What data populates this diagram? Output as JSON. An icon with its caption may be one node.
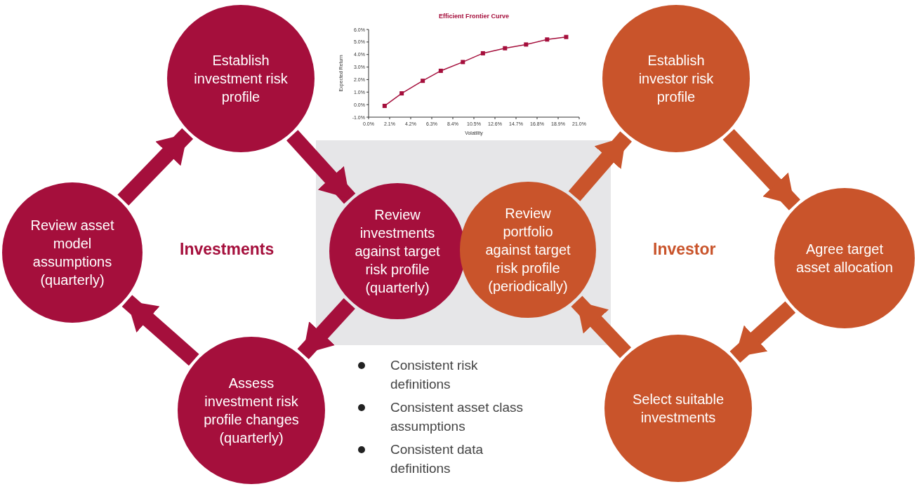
{
  "diagram": {
    "nodes": [
      {
        "text": [
          "Establish investment risk profile"
        ]
      },
      {
        "text": [
          "Review investments against target risk profile (quarterly)"
        ]
      },
      {
        "text": [
          "Review portfolio against target risk profile (periodically)"
        ]
      },
      {
        "text": [
          "Establish investor risk profile"
        ]
      },
      {
        "text": [
          "Agree target asset allocation"
        ]
      },
      {
        "text": [
          "Select suitable investments"
        ]
      },
      {
        "text": [
          "Assess investment risk profile changes (quarterly)"
        ]
      },
      {
        "text": [
          "Review asset model assumptions (quarterly)"
        ]
      }
    ],
    "edges": [
      {
        "from": 0,
        "to": 1,
        "arrow": "to",
        "color": "#a50f3c"
      },
      {
        "from": 1,
        "to": 6,
        "arrow": "to",
        "color": "#a50f3c"
      },
      {
        "from": 6,
        "to": 7,
        "arrow": "to",
        "color": "#a50f3c"
      },
      {
        "from": 7,
        "to": 0,
        "arrow": "to",
        "color": "#a50f3c"
      },
      {
        "from": 2,
        "to": 3,
        "arrow": "to",
        "color": "#c9542b"
      },
      {
        "from": 3,
        "to": 4,
        "arrow": "to",
        "color": "#c9542b"
      },
      {
        "from": 4,
        "to": 5,
        "arrow": "to",
        "color": "#c9542b"
      },
      {
        "from": 5,
        "to": 2,
        "arrow": "to",
        "color": "#c9542b"
      }
    ],
    "labels": [
      "Investments",
      "Investor",
      "Consistent risk definitions",
      "Consistent asset class assumptions",
      "Consistent data definitions"
    ],
    "chart_data": {
      "type": "line",
      "title": "Efficient Frontier Curve",
      "xlabel": "Volatility",
      "ylabel": "Expected Return",
      "x": [
        1.6,
        3.3,
        5.4,
        7.2,
        9.4,
        11.4,
        13.6,
        15.7,
        17.8,
        19.7
      ],
      "series": [
        {
          "color": "#a50f3c",
          "marker": "square",
          "values": [
            -0.1,
            0.9,
            1.9,
            2.7,
            3.4,
            4.1,
            4.5,
            4.8,
            5.2,
            5.4
          ]
        }
      ],
      "xlim": [
        0,
        21
      ],
      "ylim": [
        -1,
        6
      ],
      "xticks": [
        {
          "value": 0,
          "label": "0.0%"
        },
        {
          "value": 2.1,
          "label": "2.1%"
        },
        {
          "value": 4.2,
          "label": "4.2%"
        },
        {
          "value": 6.3,
          "label": "6.3%"
        },
        {
          "value": 8.4,
          "label": "8.4%"
        },
        {
          "value": 10.5,
          "label": "10.5%"
        },
        {
          "value": 12.6,
          "label": "12.6%"
        },
        {
          "value": 14.7,
          "label": "14.7%"
        },
        {
          "value": 16.8,
          "label": "16.8%"
        },
        {
          "value": 18.9,
          "label": "18.9%"
        },
        {
          "value": 21,
          "label": "21.0%"
        }
      ],
      "yticks": [
        {
          "value": -1,
          "label": "-1.0%"
        },
        {
          "value": 0,
          "label": "0.0%"
        },
        {
          "value": 1,
          "label": "1.0%"
        },
        {
          "value": 2,
          "label": "2.0%"
        },
        {
          "value": 3,
          "label": "3.0%"
        },
        {
          "value": 4,
          "label": "4.0%"
        },
        {
          "value": 5,
          "label": "5.0%"
        },
        {
          "value": 6,
          "label": "6.0%"
        }
      ]
    }
  }
}
